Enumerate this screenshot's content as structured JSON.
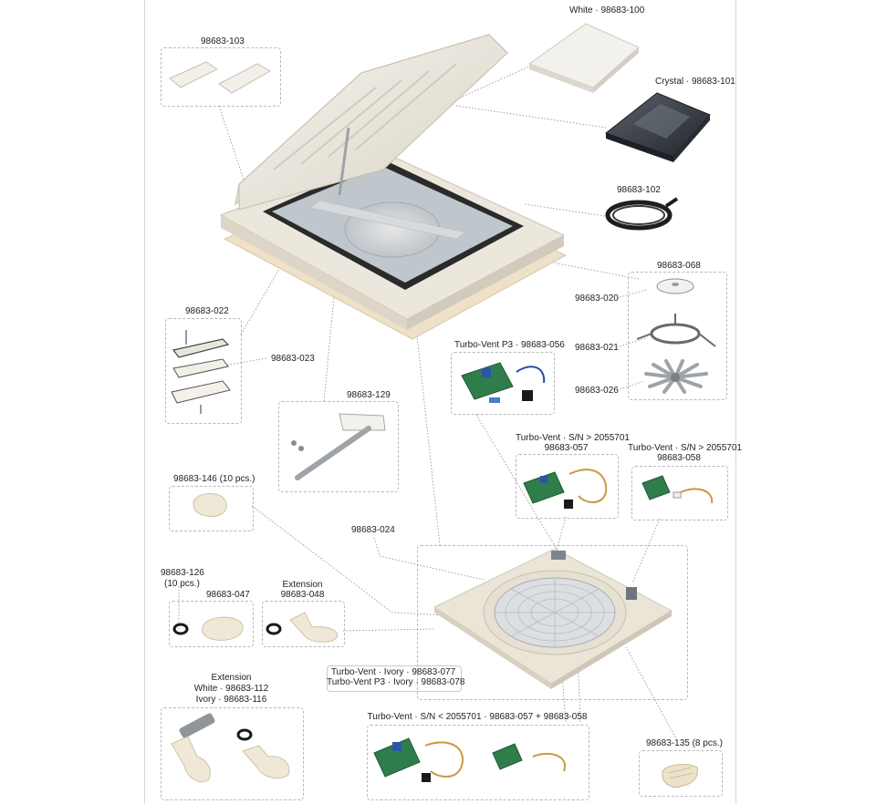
{
  "labels": {
    "white_100": "White · 98683-100",
    "crystal_101": "Crystal · 98683-101",
    "p103": "98683-103",
    "p102": "98683-102",
    "p068": "98683-068",
    "p020": "98683-020",
    "p021": "98683-021",
    "p026": "98683-026",
    "p022": "98683-022",
    "p023": "98683-023",
    "p3_056": "Turbo-Vent P3 · 98683-056",
    "p129": "98683-129",
    "tv057_a": "Turbo-Vent · S/N > 2055701",
    "tv057_b": "98683-057",
    "tv058_a": "Turbo-Vent · S/N > 2055701",
    "tv058_b": "98683-058",
    "p146": "98683-146 (10 pcs.)",
    "p024": "98683-024",
    "p126_a": "98683-126",
    "p126_b": "(10 pcs.)",
    "p047": "98683-047",
    "ext048_a": "Extension",
    "ext048_b": "98683-048",
    "ivory_077": "Turbo-Vent · Ivory · 98683-077",
    "ivory_078": "Turbo-Vent P3 · Ivory · 98683-078",
    "ext_a": "Extension",
    "ext_b": "White · 98683-112",
    "ext_c": "Ivory · 98683-116",
    "lt_kit": "Turbo-Vent · S/N < 2055701 · 98683-057 + 98683-058",
    "p135": "98683-135 (8 pcs.)"
  },
  "colors": {
    "housing": "#ece7dc",
    "housing_shadow": "#cfc8b8",
    "flange": "#efe0c8",
    "crystal": "#3a3f47",
    "gasket": "#1e1e1e",
    "pcb": "#2f7d4a",
    "leader": "#8a8a8a",
    "box_border": "#b9b9b9"
  }
}
